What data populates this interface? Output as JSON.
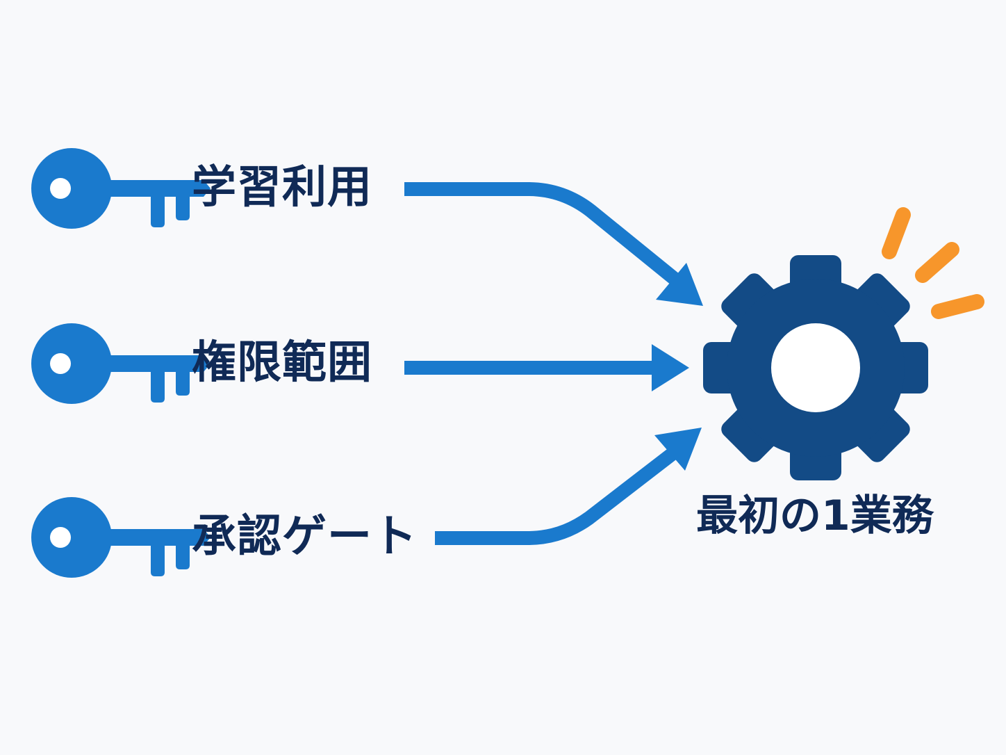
{
  "inputs": [
    {
      "label": "学習利用",
      "icon": "key-icon"
    },
    {
      "label": "権限範囲",
      "icon": "key-icon"
    },
    {
      "label": "承認ゲート",
      "icon": "key-icon"
    }
  ],
  "output": {
    "label": "最初の1業務",
    "icon": "gear-icon",
    "spark_icon": "spark-lines-icon"
  },
  "colors": {
    "background": "#f8f9fb",
    "key": "#1a7acd",
    "arrow": "#1a7acd",
    "gear": "#134b86",
    "text": "#102a56",
    "spark": "#f7962b"
  }
}
